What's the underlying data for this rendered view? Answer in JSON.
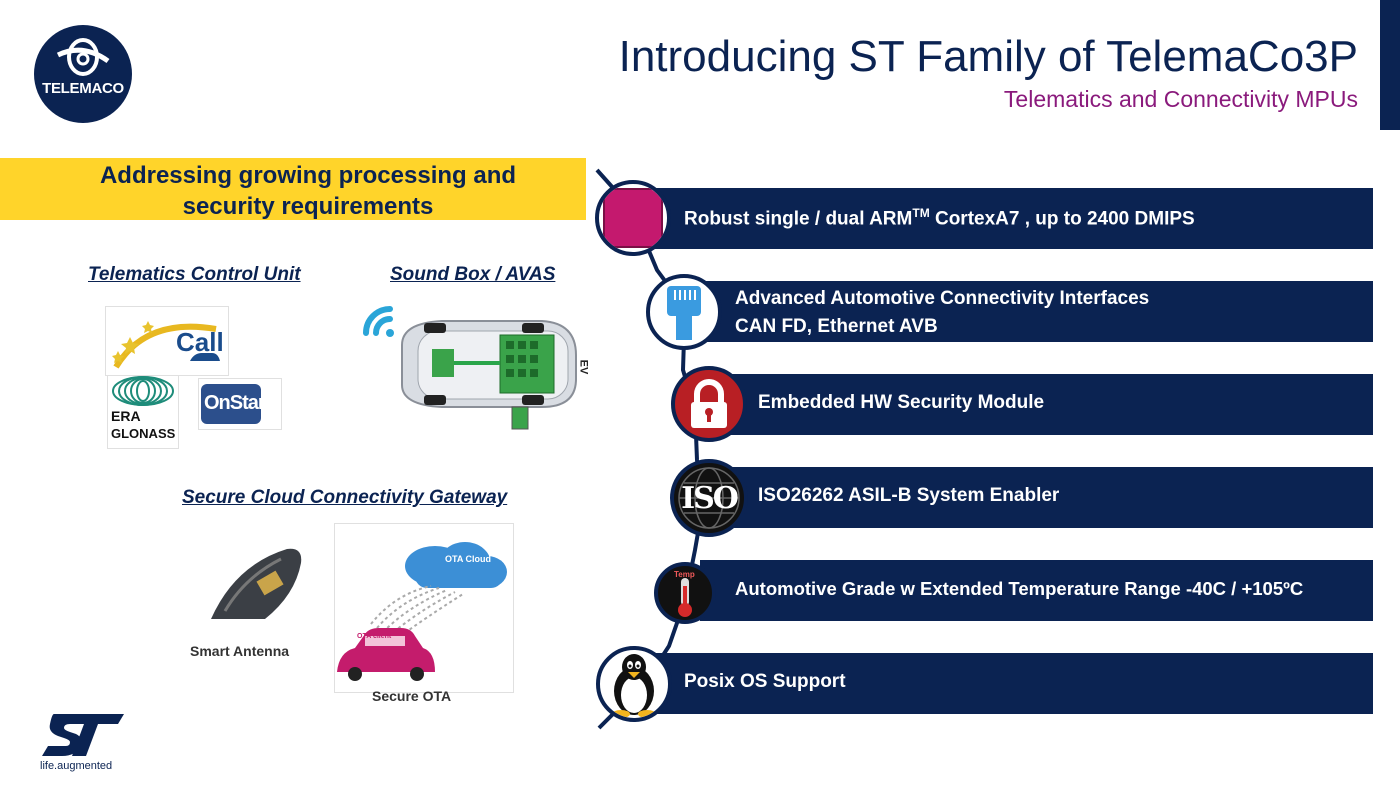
{
  "header": {
    "logo_text": "TELEMACO",
    "title": "Introducing ST Family of TelemaCo3P",
    "subtitle": "Telematics and Connectivity MPUs"
  },
  "banner": {
    "line1": "Addressing growing processing and",
    "line2": "security requirements"
  },
  "left": {
    "tcu_label": "Telematics Control Unit",
    "sound_label": "Sound Box / AVAS",
    "cloud_label": "Secure Cloud Connectivity Gateway",
    "ecall_text": "Call",
    "era_text": "ERA",
    "glonass_text": "GLONASS",
    "onstar_text": "OnStar",
    "ev_text": "EV",
    "smart_antenna": "Smart Antenna",
    "secure_ota": "Secure OTA",
    "ota_cloud": "OTA Cloud",
    "ota_client": "OTA client"
  },
  "features": [
    {
      "text": "Robust single / dual ARM",
      "sup": "TM",
      "text2": " CortexA7 ,   up to 2400 DMIPS",
      "icon": "chip-icon"
    },
    {
      "line1": "Advanced Automotive Connectivity Interfaces",
      "line2": "CAN FD, Ethernet AVB",
      "icon": "ethernet-plug-icon"
    },
    {
      "text": "Embedded HW Security Module",
      "icon": "padlock-icon"
    },
    {
      "text": "ISO26262 ASIL-B System Enabler",
      "icon": "iso-globe-icon",
      "iso_text": "ISO"
    },
    {
      "text": "Automotive Grade w  Extended Temperature Range -40C / +105ºC",
      "icon": "thermometer-icon",
      "temp_text": "Temp"
    },
    {
      "text": "Posix OS Support",
      "icon": "linux-penguin-icon"
    }
  ],
  "footer": {
    "tagline": "life.augmented"
  },
  "colors": {
    "navy": "#0b2352",
    "magenta": "#8a1a7c",
    "yellow": "#ffd42a"
  }
}
